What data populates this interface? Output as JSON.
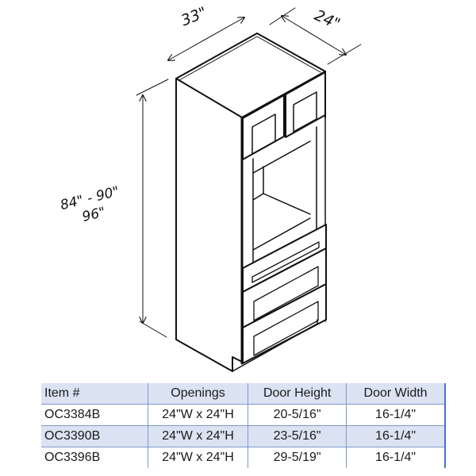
{
  "drawing": {
    "subject": "oven-cabinet-isometric",
    "dimensions": {
      "width": "33\"",
      "depth": "24\"",
      "height_line1": "84\" - 90\"",
      "height_line2": "96\""
    },
    "components": [
      "two-upper-doors",
      "oven-opening",
      "top-drawer",
      "two-lower-drawers",
      "toe-kick"
    ]
  },
  "table": {
    "headers": [
      "Item #",
      "Openings",
      "Door Height",
      "Door Width"
    ],
    "rows": [
      [
        "OC3384B",
        "24\"W x 24\"H",
        "20-5/16\"",
        "16-1/4\""
      ],
      [
        "OC3390B",
        "24\"W x 24\"H",
        "23-5/16\"",
        "16-1/4\""
      ],
      [
        "OC3396B",
        "24\"W x 24\"H",
        "29-5/19\"",
        "16-1/4\""
      ]
    ]
  },
  "colors": {
    "header_bg": "#dbe3f3",
    "alt_row_bg": "#dbe3f3",
    "border": "#4a72c4"
  }
}
